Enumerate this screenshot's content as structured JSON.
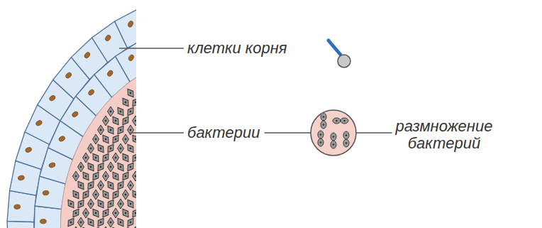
{
  "diagram": {
    "labels": [
      "клетки корня",
      "бактерии",
      "размножение бактерий"
    ]
  }
}
